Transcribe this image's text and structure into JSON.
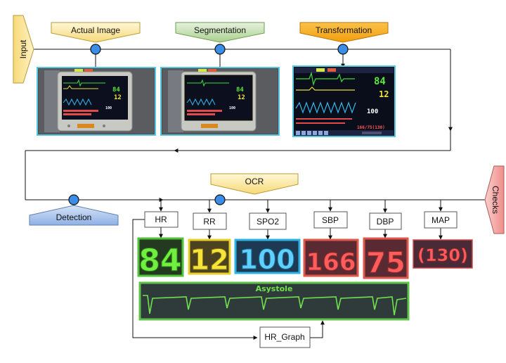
{
  "stages": {
    "input": "Input",
    "actual_image": "Actual Image",
    "segmentation": "Segmentation",
    "transformation": "Transformation",
    "ocr": "OCR",
    "detection": "Detection",
    "checks": "Checks"
  },
  "fields": [
    "HR",
    "RR",
    "SPO2",
    "SBP",
    "DBP",
    "MAP"
  ],
  "hr_graph_label": "HR_Graph",
  "readings": {
    "hr": "84",
    "rr": "12",
    "spo2": "100",
    "sbp": "166",
    "dbp": "75",
    "map": "(130)"
  },
  "monitor": {
    "hr": "84",
    "rr": "12",
    "spo2": "100",
    "bp": "166/75(130)"
  },
  "waveform_caption": "Asystole",
  "colors": {
    "actual_image_fill": "#fbe6a2",
    "segmentation_fill": "#c7e0b4",
    "transformation_fill": "#f7b32b",
    "ocr_fill": "#fbe6a2",
    "detection_fill": "#a9c4eb",
    "checks_fill": "#f4aaa8",
    "input_fill": "#fbe6a2",
    "node_fill": "#3b8ee8",
    "frame_cyan": "#54c8dc",
    "hr_border": "#4fc23a",
    "rr_border": "#e8d028",
    "spo2_border": "#2bb3e6",
    "sbp_border": "#e0564a",
    "dbp_border": "#e0564a",
    "map_border": "#cf4b4b",
    "graph_border": "#5ec248"
  }
}
